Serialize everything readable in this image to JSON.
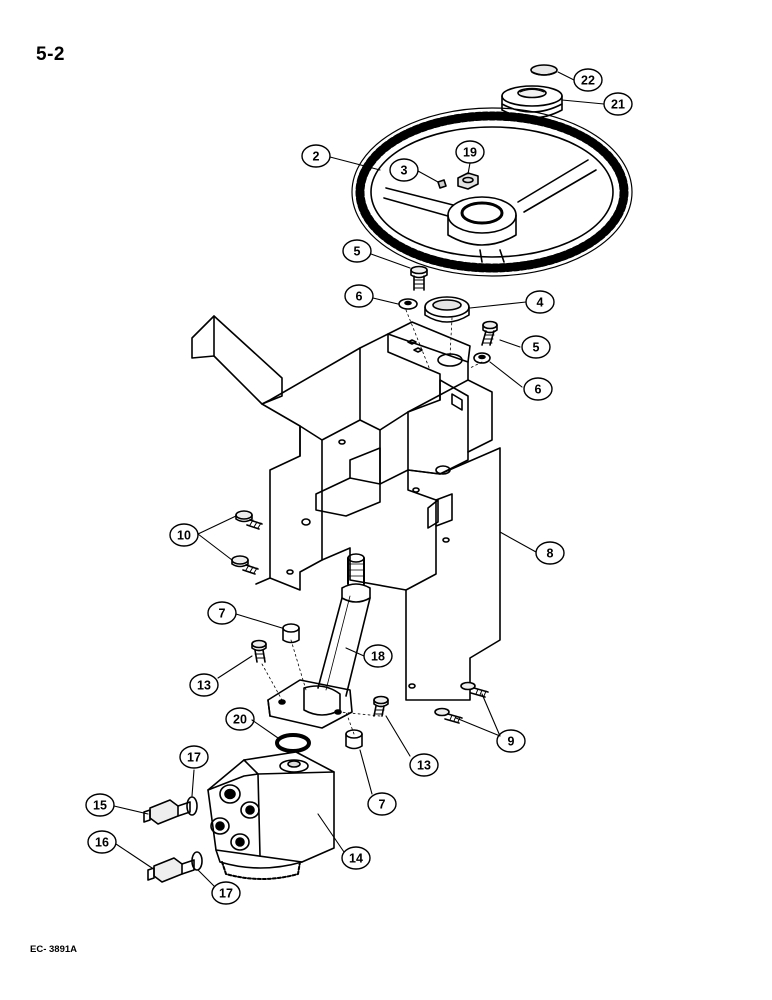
{
  "page_number": "5-2",
  "figure_code": "EC- 3891A",
  "colors": {
    "ink": "#000000",
    "paper": "#ffffff"
  },
  "callouts": {
    "c22": "22",
    "c21": "21",
    "c2": "2",
    "c3": "3",
    "c19": "19",
    "c5a": "5",
    "c6a": "6",
    "c4": "4",
    "c5b": "5",
    "c6b": "6",
    "c10": "10",
    "c8": "8",
    "c7a": "7",
    "c18": "18",
    "c13a": "13",
    "c20": "20",
    "c13b": "13",
    "c9": "9",
    "c17a": "17",
    "c15": "15",
    "c7b": "7",
    "c16": "16",
    "c14": "14",
    "c17b": "17"
  }
}
